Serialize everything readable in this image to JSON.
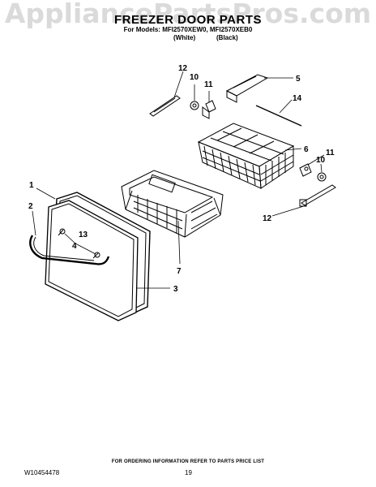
{
  "watermark": "AppliancePartsPros.com",
  "header": {
    "title": "FREEZER DOOR PARTS",
    "models": "For Models: MFI2570XEW0, MFI2570XEB0",
    "color_white": "(White)",
    "color_black": "(Black)"
  },
  "callouts": [
    "1",
    "2",
    "3",
    "4",
    "5",
    "6",
    "7",
    "10",
    "10",
    "11",
    "11",
    "12",
    "12",
    "13",
    "14"
  ],
  "footer": {
    "ordering_note": "FOR ORDERING INFORMATION REFER TO PARTS PRICE LIST",
    "doc_number": "W10454478",
    "page_number": "19"
  }
}
